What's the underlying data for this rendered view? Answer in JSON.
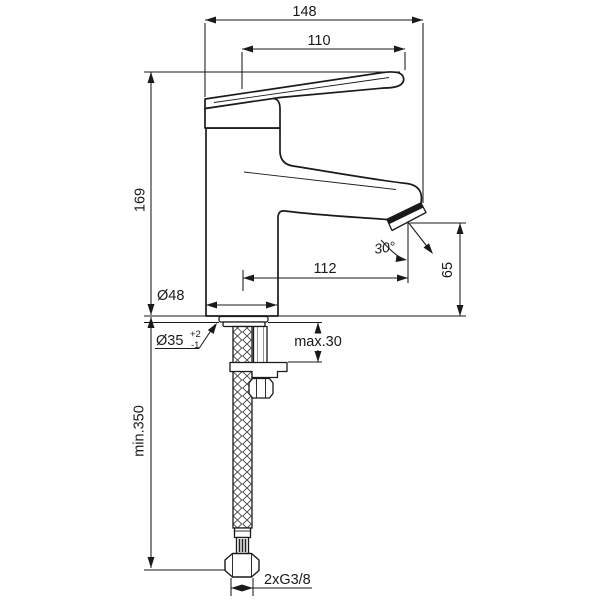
{
  "diagram": {
    "labels": {
      "overall_width": "148",
      "lever_length": "110",
      "body_height": "169",
      "spout_reach": "112",
      "aerator_angle": "30°",
      "spout_height": "65",
      "base_diameter": "Ø48",
      "hole_diameter": "Ø35",
      "hole_tol_plus": "+2",
      "hole_tol_minus": "-1",
      "deck_thickness": "max.30",
      "hose_length": "min.350",
      "connection_thread": "2xG3/8"
    },
    "colors": {
      "line": "#1a1a1a",
      "background": "#ffffff"
    }
  }
}
